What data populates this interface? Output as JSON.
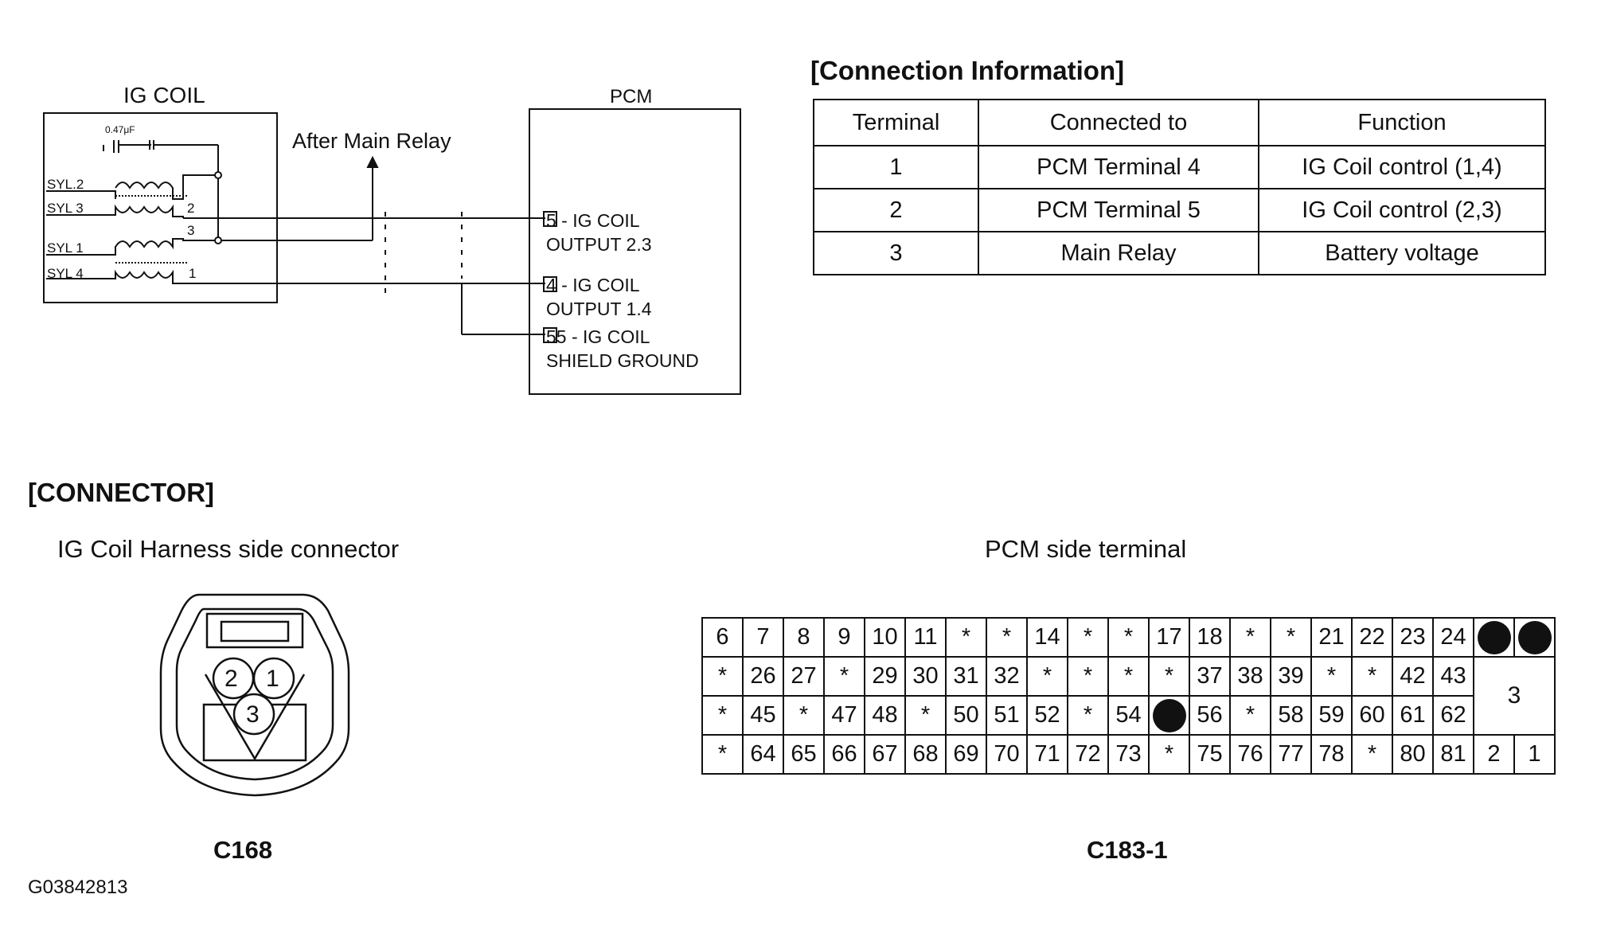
{
  "schematic": {
    "ig_coil_title": "IG COIL",
    "capacitor_label": "0.47μF",
    "cylinders": [
      "SYL.2",
      "SYL 3",
      "SYL 1",
      "SYL 4"
    ],
    "coil_pins": [
      "2",
      "3",
      "1"
    ],
    "after_main_relay": "After Main Relay",
    "pcm_title": "PCM",
    "pcm_terminals": [
      {
        "num": "5",
        "line1": " - IG COIL",
        "line2": "OUTPUT 2.3"
      },
      {
        "num": "4",
        "line1": " - IG COIL",
        "line2": "OUTPUT 1.4"
      },
      {
        "num": "55",
        "line1": " - IG COIL",
        "line2": "SHIELD GROUND"
      }
    ]
  },
  "connection_info": {
    "title": "[Connection Information]",
    "headers": [
      "Terminal",
      "Connected to",
      "Function"
    ],
    "rows": [
      [
        "1",
        "PCM Terminal 4",
        "IG Coil control (1,4)"
      ],
      [
        "2",
        "PCM Terminal 5",
        "IG Coil control (2,3)"
      ],
      [
        "3",
        "Main Relay",
        "Battery voltage"
      ]
    ]
  },
  "connector": {
    "title": "[CONNECTOR]",
    "ig_coil_side_title": "IG Coil Harness side connector",
    "ig_coil_pins": [
      "2",
      "1",
      "3"
    ],
    "ig_coil_code": "C168",
    "pcm_side_title": "PCM side terminal",
    "pcm_code": "C183-1",
    "pcm_rows": [
      [
        "6",
        "7",
        "8",
        "9",
        "10",
        "11",
        "*",
        "*",
        "14",
        "*",
        "*",
        "17",
        "18",
        "*",
        "*",
        "21",
        "22",
        "23",
        "24"
      ],
      [
        "*",
        "26",
        "27",
        "*",
        "29",
        "30",
        "31",
        "32",
        "*",
        "*",
        "*",
        "*",
        "37",
        "38",
        "39",
        "*",
        "*",
        "42",
        "43"
      ],
      [
        "*",
        "45",
        "*",
        "47",
        "48",
        "*",
        "50",
        "51",
        "52",
        "*",
        "54",
        "",
        "56",
        "*",
        "58",
        "59",
        "60",
        "61",
        "62"
      ],
      [
        "*",
        "64",
        "65",
        "66",
        "67",
        "68",
        "69",
        "70",
        "71",
        "72",
        "73",
        "*",
        "75",
        "76",
        "77",
        "78",
        "*",
        "80",
        "81"
      ]
    ],
    "pcm_power_pins": [
      "3",
      "2",
      "1"
    ]
  },
  "figure_code": "G03842813"
}
